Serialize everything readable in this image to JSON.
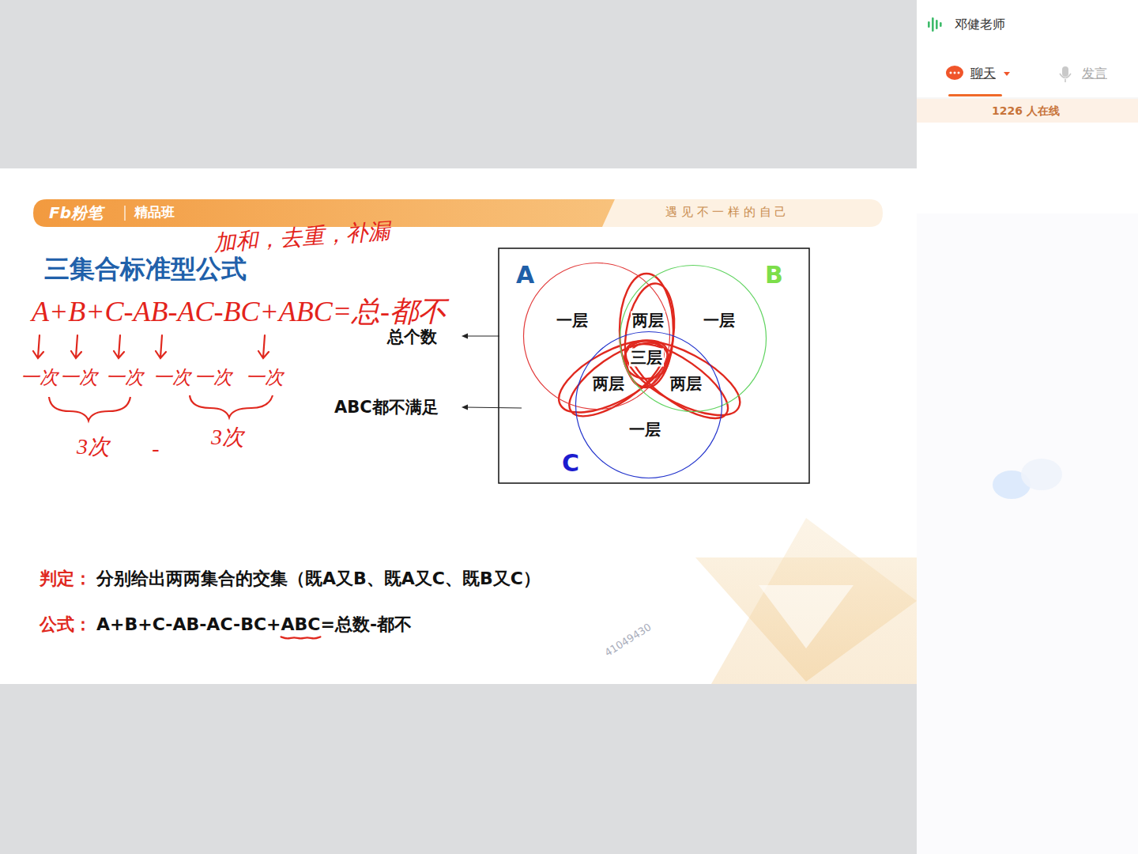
{
  "diagram": {
    "title": "三集合标准型公式",
    "nodes": [
      {
        "text": [
          "A"
        ]
      },
      {
        "text": [
          "B"
        ]
      },
      {
        "text": [
          "C"
        ]
      }
    ],
    "labels": [
      "邓健老师",
      "聊天",
      "发言",
      "1226 人在线",
      "Fb粉笔",
      "精品班",
      "遇 见 不 一 样 的 自 己",
      "加和，去重，补漏",
      "A+B+C-AB-AC-BC+ABC=总-都不",
      "一次",
      "一次",
      "一次",
      "一次",
      "一次",
      "一次",
      "3次",
      "-",
      "3次",
      "总个数",
      "ABC都不满足",
      "一层",
      "两层",
      "一层",
      "三层",
      "两层",
      "两层",
      "一层",
      "判定：",
      "分别给出两两集合的交集（既A又B、既A又C、既B又C）",
      "公式：",
      "A+B+C-AB-AC-BC+ABC=总数-都不",
      "41049430"
    ]
  }
}
